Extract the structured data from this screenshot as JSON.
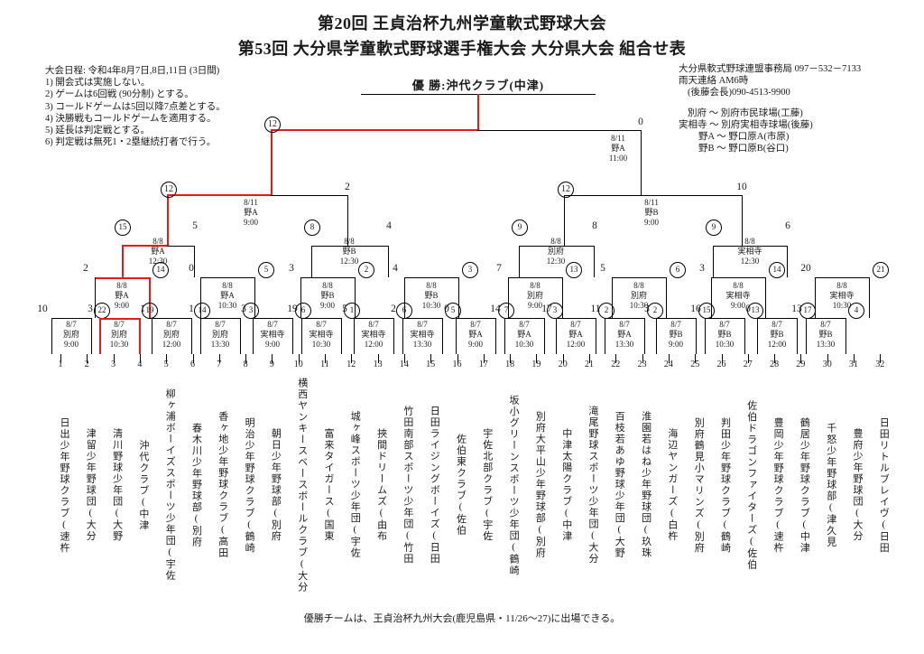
{
  "header": {
    "title_line1": "第20回  王貞治杯九州学童軟式野球大会",
    "title_line2": "第53回  大分県学童軟式野球選手権大会  大分県大会  組合せ表"
  },
  "champion": {
    "label": "優 勝:沖代クラブ(中津)"
  },
  "notes_left": [
    "大会日程: 令和4年8月7日,8日,11日 (3日間)",
    "1) 開会式は実施しない。",
    "2) ゲームは6回戦 (90分制) とする。",
    "3) コールドゲームは5回以降7点差とする。",
    "4) 決勝戦もコールドゲームを適用する。",
    "5) 延長は判定戦とする。",
    "6) 判定戦は無死1・2塁継続打者で行う。"
  ],
  "notes_right": {
    "contact": [
      "大分県軟式野球連盟事務局  097－532－7133",
      "雨天連絡  AM6時",
      "(後藤会長)090-4513-9900"
    ],
    "venues": [
      "別府  ～  別府市民球場(工藤)",
      "実相寺  ～  別府実相寺球場(後藤)",
      "野A  ～  野口原A(市原)",
      "野B  ～  野口原B(谷口)"
    ]
  },
  "footer": {
    "note": "優勝チームは、王貞治杯九州大会(鹿児島県・11/26～27)に出場できる。"
  },
  "team_numbers": [
    "1",
    "2",
    "3",
    "4",
    "5",
    "6",
    "7",
    "8",
    "9",
    "10",
    "11",
    "12",
    "13",
    "14",
    "15",
    "16",
    "17",
    "18",
    "19",
    "20",
    "21",
    "22",
    "23",
    "24",
    "25",
    "26",
    "27",
    "28",
    "29",
    "30",
    "31",
    "32"
  ],
  "teams": [
    {
      "n": "1",
      "name": "日出少年野球クラブ(速杵"
    },
    {
      "n": "2",
      "name": "津留少年野球団(大分"
    },
    {
      "n": "3",
      "name": "清川野球少年団(大野"
    },
    {
      "n": "4",
      "name": "沖代クラブ(中津"
    },
    {
      "n": "5",
      "name": "柳ヶ浦ボーイズスポーツ少年団(宇佐"
    },
    {
      "n": "6",
      "name": "春木川少年野球部(別府"
    },
    {
      "n": "7",
      "name": "香ヶ地少年野球クラブ(高田"
    },
    {
      "n": "8",
      "name": "明治少年野球クラブ(鶴崎"
    },
    {
      "n": "9",
      "name": "朝日少年野球部(別府"
    },
    {
      "n": "10",
      "name": "横西ヤンキースベースボールクラブ(大分"
    },
    {
      "n": "11",
      "name": "富来タイガース(国東"
    },
    {
      "n": "12",
      "name": "城ヶ峰スポーツ少年団(宇佐"
    },
    {
      "n": "13",
      "name": "挾間ドリームズ(由布"
    },
    {
      "n": "14",
      "name": "竹田南部スポーツ少年団(竹田"
    },
    {
      "n": "15",
      "name": "日田ライジングボーイズ(日田"
    },
    {
      "n": "16",
      "name": "佐伯東クラブ(佐伯"
    },
    {
      "n": "17",
      "name": "宇佐北部クラブ(宇佐"
    },
    {
      "n": "18",
      "name": "坂小グリーンスポーツ少年団(鶴崎"
    },
    {
      "n": "19",
      "name": "別府大平山少年野球部(別府"
    },
    {
      "n": "20",
      "name": "中津太陽クラブ(中津"
    },
    {
      "n": "21",
      "name": "滝尾野球スポーツ少年団(大分"
    },
    {
      "n": "22",
      "name": "百枝若あゆ野球少年団(大野"
    },
    {
      "n": "23",
      "name": "淮園若はね少年野球団(玖珠"
    },
    {
      "n": "24",
      "name": "海辺ヤンガーズ(白杵"
    },
    {
      "n": "25",
      "name": "別府鶴見小マリンズ(別府"
    },
    {
      "n": "26",
      "name": "判田少年野球クラブ(鶴崎"
    },
    {
      "n": "27",
      "name": "佐伯ドラゴンファイターズ(佐伯"
    },
    {
      "n": "28",
      "name": "豊岡少年野球クラブ(速杵"
    },
    {
      "n": "29",
      "name": "鶴居少年野球クラブ(中津"
    },
    {
      "n": "30",
      "name": "千怒少年野球部(津久見"
    },
    {
      "n": "31",
      "name": "豊府少年野球団(大分"
    },
    {
      "n": "32",
      "name": "日田リトルブレイヴ(日田"
    }
  ],
  "matches": {
    "final": {
      "date": "8/11",
      "venue": "野A",
      "time": "11:00",
      "left_score": "12",
      "right_score": "0"
    },
    "semi_left": {
      "date": "8/11",
      "venue": "野A",
      "time": "9:00",
      "left_score": "12",
      "right_score": "2"
    },
    "semi_right": {
      "date": "8/11",
      "venue": "野B",
      "time": "9:00",
      "left_score": "12",
      "right_score": "10"
    },
    "quarters": [
      {
        "id": "q1",
        "date": "8/8",
        "venue": "野A",
        "time": "12:30",
        "left_score": "15",
        "right_score": "5"
      },
      {
        "id": "q2",
        "date": "8/8",
        "venue": "野B",
        "time": "12:30",
        "left_score": "8",
        "right_score": "4"
      },
      {
        "id": "q3",
        "date": "8/8",
        "venue": "別府",
        "time": "12:30",
        "left_score": "9",
        "right_score": "8"
      },
      {
        "id": "q4",
        "date": "8/8",
        "venue": "実相寺",
        "time": "12:30",
        "left_score": "9",
        "right_score": "6"
      }
    ],
    "round2": [
      {
        "id": "r2-1",
        "date": "8/8",
        "venue": "野A",
        "time": "9:00",
        "left_score": "2",
        "right_score": "14"
      },
      {
        "id": "r2-2",
        "date": "8/8",
        "venue": "野A",
        "time": "10:30",
        "left_score": "0",
        "right_score": "5"
      },
      {
        "id": "r2-3",
        "date": "8/8",
        "venue": "野B",
        "time": "9:00",
        "left_score": "3",
        "right_score": "2"
      },
      {
        "id": "r2-4",
        "date": "8/8",
        "venue": "野B",
        "time": "10:30",
        "left_score": "4",
        "right_score": "3"
      },
      {
        "id": "r2-5",
        "date": "8/8",
        "venue": "別府",
        "time": "9:00",
        "left_score": "7",
        "right_score": "13"
      },
      {
        "id": "r2-6",
        "date": "8/8",
        "venue": "別府",
        "time": "10:30",
        "left_score": "5",
        "right_score": "6"
      },
      {
        "id": "r2-7",
        "date": "8/8",
        "venue": "実相寺",
        "time": "9:00",
        "left_score": "3",
        "right_score": "14"
      },
      {
        "id": "r2-8",
        "date": "8/8",
        "venue": "実相寺",
        "time": "10:30",
        "left_score": "20",
        "right_score": "21"
      }
    ],
    "round1": [
      {
        "id": "r1-1",
        "date": "8/7",
        "venue": "別府",
        "time": "9:00",
        "left_score": "10",
        "right_score": "22"
      },
      {
        "id": "r1-2",
        "date": "8/7",
        "venue": "別府",
        "time": "10:30",
        "left_score": "3",
        "right_score": "19"
      },
      {
        "id": "r1-3",
        "date": "8/7",
        "venue": "別府",
        "time": "12:00",
        "left_score": "1",
        "right_score": "14"
      },
      {
        "id": "r1-4",
        "date": "8/7",
        "venue": "別府",
        "time": "13:30",
        "left_score": "1",
        "right_score": "3"
      },
      {
        "id": "r1-5",
        "date": "8/7",
        "venue": "実相寺",
        "time": "9:00",
        "left_score": "3",
        "right_score": "6"
      },
      {
        "id": "r1-6",
        "date": "8/7",
        "venue": "実相寺",
        "time": "10:30",
        "left_score": "19",
        "right_score": "1"
      },
      {
        "id": "r1-7",
        "date": "8/7",
        "venue": "実相寺",
        "time": "12:00",
        "left_score": "5",
        "right_score": "6"
      },
      {
        "id": "r1-8",
        "date": "8/7",
        "venue": "実相寺",
        "time": "13:30",
        "left_score": "2",
        "right_score": "5"
      },
      {
        "id": "r1-9",
        "date": "8/7",
        "venue": "野A",
        "time": "9:00",
        "left_score": "0",
        "right_score": "7"
      },
      {
        "id": "r1-10",
        "date": "8/7",
        "venue": "野A",
        "time": "10:30",
        "left_score": "14",
        "right_score": "3"
      },
      {
        "id": "r1-11",
        "date": "8/7",
        "venue": "野A",
        "time": "12:00",
        "left_score": "17",
        "right_score": "2"
      },
      {
        "id": "r1-12",
        "date": "8/7",
        "venue": "野A",
        "time": "13:30",
        "left_score": "11",
        "right_score": "2"
      },
      {
        "id": "r1-13",
        "date": "8/7",
        "venue": "野B",
        "time": "9:00",
        "left_score": "3",
        "right_score": "15"
      },
      {
        "id": "r1-14",
        "date": "8/7",
        "venue": "野B",
        "time": "10:30",
        "left_score": "16",
        "right_score": "13"
      },
      {
        "id": "r1-15",
        "date": "8/7",
        "venue": "野B",
        "time": "12:00",
        "left_score": "0",
        "right_score": "17"
      },
      {
        "id": "r1-16",
        "date": "8/7",
        "venue": "野B",
        "time": "13:30",
        "left_score": "13",
        "right_score": "4"
      }
    ]
  },
  "colors": {
    "winner_path": "#e8191b",
    "line": "#000000"
  }
}
